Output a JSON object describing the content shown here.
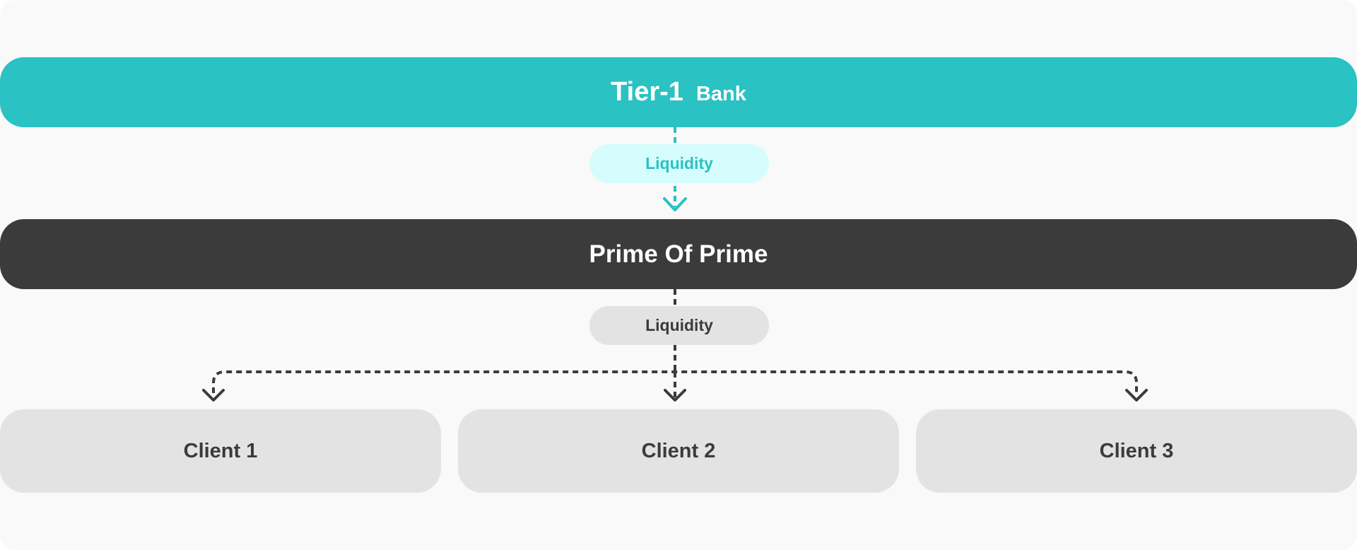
{
  "colors": {
    "background": "#f9f9f9",
    "teal": "#2ac2c3",
    "teal_light": "#d6fdfd",
    "dark": "#3b3b3b",
    "light_gray": "#e3e3e3",
    "text_dark": "#3b3b3b",
    "white": "#ffffff"
  },
  "tier1": {
    "title": "Tier-1",
    "subtitle": "Bank"
  },
  "liquidity_top": {
    "label": "Liquidity"
  },
  "prime": {
    "label": "Prime Of Prime"
  },
  "liquidity_bottom": {
    "label": "Liquidity"
  },
  "clients": [
    {
      "label": "Client 1"
    },
    {
      "label": "Client 2"
    },
    {
      "label": "Client 3"
    }
  ]
}
